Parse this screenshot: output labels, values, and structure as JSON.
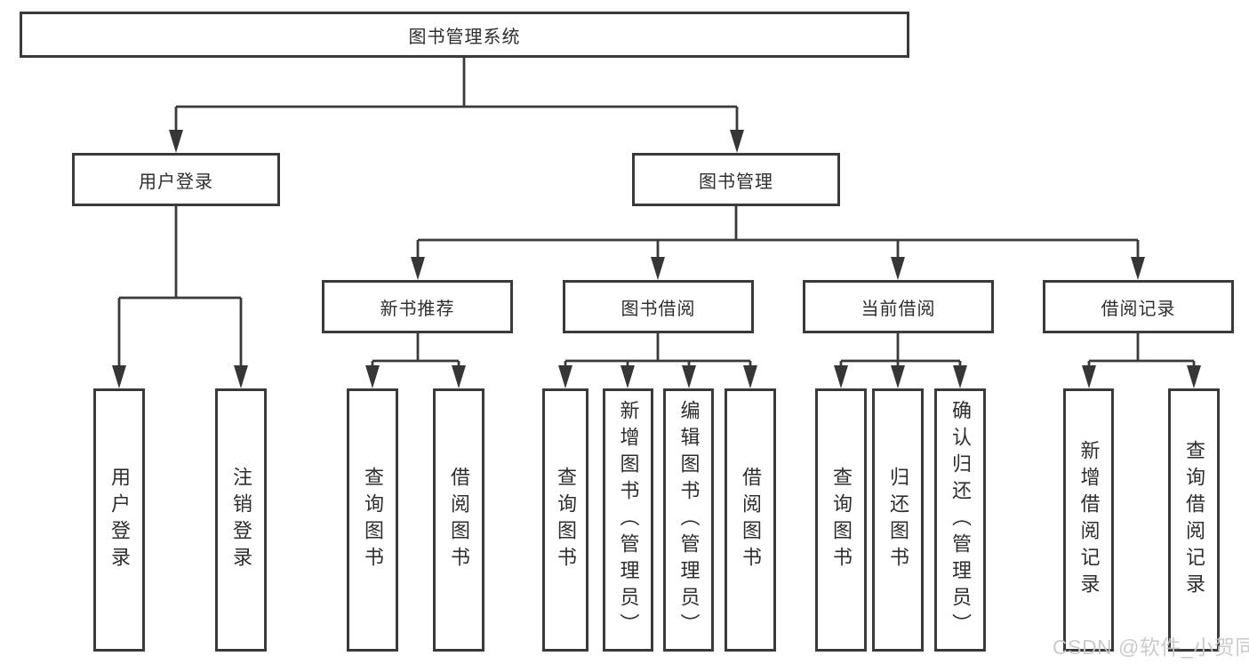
{
  "diagram": {
    "root": {
      "label": "图书管理系统"
    },
    "level2": [
      {
        "label": "用户登录"
      },
      {
        "label": "图书管理"
      }
    ],
    "level3": [
      {
        "label": "新书推荐"
      },
      {
        "label": "图书借阅"
      },
      {
        "label": "当前借阅"
      },
      {
        "label": "借阅记录"
      }
    ],
    "leaves": {
      "user_login": [
        {
          "label": "用户登录"
        },
        {
          "label": "注销登录"
        }
      ],
      "new_book_rec": [
        {
          "label": "查询图书"
        },
        {
          "label": "借阅图书"
        }
      ],
      "book_borrow": [
        {
          "label": "查询图书"
        },
        {
          "label": "新增图书（管理员）"
        },
        {
          "label": "编辑图书（管理员）"
        },
        {
          "label": "借阅图书"
        }
      ],
      "current_borrow": [
        {
          "label": "查询图书"
        },
        {
          "label": "归还图书"
        },
        {
          "label": "确认归还（管理员）"
        }
      ],
      "borrow_records": [
        {
          "label": "新增借阅记录"
        },
        {
          "label": "查询借阅记录"
        }
      ]
    },
    "watermark": "CSDN @软件_小贺同学",
    "colors": {
      "line": "#3a3a3a",
      "box_border": "#3a3a3a",
      "box_fill": "#ffffff",
      "text": "#2e2e2e",
      "watermark": "#c7c7c7",
      "background": "#ffffff"
    }
  }
}
